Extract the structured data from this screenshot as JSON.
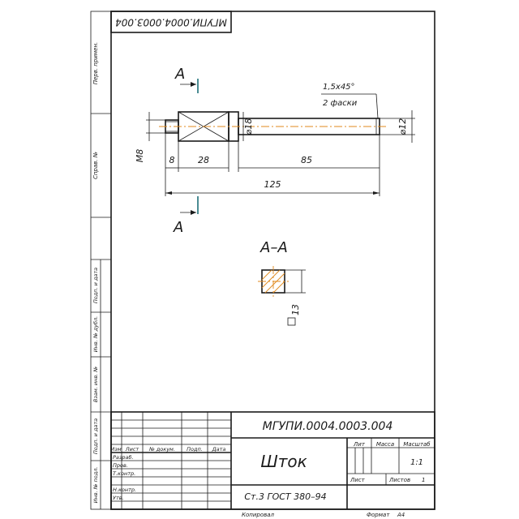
{
  "designation_top": "МГУПИ.0004.0003.004",
  "section_label": "А",
  "section_title": "А–А",
  "chamfer": {
    "line1": "1,5х45°",
    "line2": "2 фаски"
  },
  "dims": {
    "thread": "М8",
    "d1": "⌀18",
    "d2": "⌀12",
    "l1": "8",
    "l2": "28",
    "l3": "85",
    "total": "125",
    "square": "13"
  },
  "left_strip": [
    "Перв. примен.",
    "Справ. №",
    "Подп. и дата",
    "Инв. № дубл.",
    "Взам. инв. №",
    "Подп. и дата",
    "Инв. № подл."
  ],
  "title_block": {
    "designation": "МГУПИ.0004.0003.004",
    "name": "Шток",
    "material": "Ст.3 ГОСТ 380–94",
    "hdr_change": "Изм",
    "hdr_sheet": "Лист",
    "hdr_doc": "№ докум.",
    "hdr_sign": "Подп.",
    "hdr_date": "Дата",
    "role1": "Разраб.",
    "role2": "Пров.",
    "role3": "Т.контр.",
    "role4": "Н.контр.",
    "role5": "Утв.",
    "lit": "Лит",
    "mass": "Масса",
    "scale": "Масштаб",
    "scale_value": "1:1",
    "sheet": "Лист",
    "sheets": "Листов",
    "sheets_value": "1"
  },
  "footer": {
    "copied": "Копировал",
    "format": "Формат",
    "format_value": "А4"
  }
}
